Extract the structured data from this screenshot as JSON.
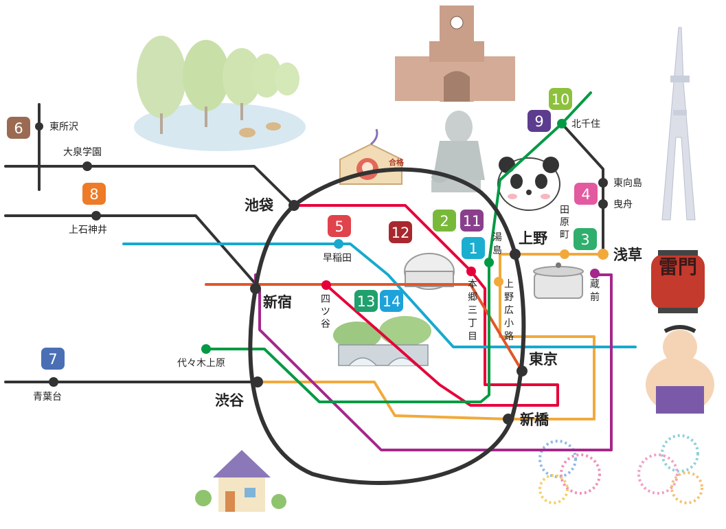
{
  "colors": {
    "yamanote": "#333333",
    "line_gray": "#333333",
    "line_red": "#e60039",
    "line_orange": "#f2a93b",
    "line_cyan": "#17a9cf",
    "line_purple": "#a4278c",
    "line_green": "#009a44",
    "line_brown": "#a0522d",
    "line_vermilion": "#e2552a",
    "badge_brown": "#9a6a52",
    "badge_orange": "#ee7b27",
    "badge_blue": "#4a6fb5",
    "badge_red": "#e0434b",
    "badge_darkred": "#a8282e",
    "badge_green": "#79b93a",
    "badge_purple": "#8a3f8c",
    "badge_cyan": "#1aaed0",
    "badge_teal": "#1fa06c",
    "badge_sky": "#1ea2d9",
    "badge_lime": "#8dc03c",
    "badge_violet": "#5c3c8e",
    "badge_pink": "#e35aa0",
    "badge_emerald": "#2fae6d"
  },
  "stations_major": {
    "ikebukuro": "池袋",
    "shinjuku": "新宿",
    "shibuya": "渋谷",
    "ueno": "上野",
    "tokyo": "東京",
    "shimbashi": "新橋",
    "asakusa": "浅草"
  },
  "stations_minor": {
    "higashi_tokorozawa": "東所沢",
    "oizumi_gakuen": "大泉学園",
    "kami_shakujii": "上石神井",
    "waseda": "早稲田",
    "yotsuya": "四ツ谷",
    "yoyogi_uehara": "代々木上原",
    "aobadai": "青葉台",
    "hongo_3chome": "本郷三丁目",
    "yushima": "湯島",
    "ueno_hirokoji": "上野広小路",
    "tawaramachi": "田原町",
    "kuramae": "蔵前",
    "kitasenju": "北千住",
    "higashi_mukojima": "東向島",
    "hikifune": "曳舟"
  },
  "badges": {
    "b6": "6",
    "b8": "8",
    "b7": "7",
    "b5": "5",
    "b12": "12",
    "b2": "2",
    "b11": "11",
    "b1": "1",
    "b13": "13",
    "b14": "14",
    "b10": "10",
    "b9": "9",
    "b4": "4",
    "b3": "3"
  },
  "landmarks": {
    "ema_text": "合格",
    "kaminarimon": "雷門"
  }
}
